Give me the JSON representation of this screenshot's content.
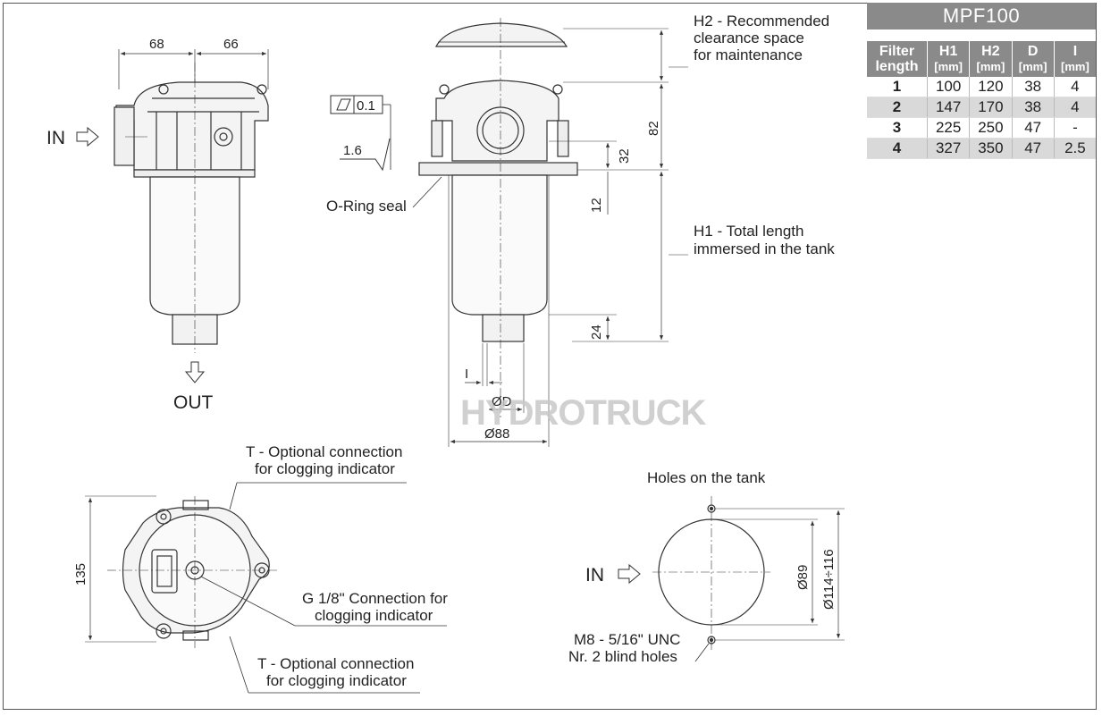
{
  "table": {
    "title": "MPF100",
    "headers": [
      {
        "top": "Filter",
        "bottom": "length"
      },
      {
        "top": "H1",
        "bottom": "[mm]"
      },
      {
        "top": "H2",
        "bottom": "[mm]"
      },
      {
        "top": "D",
        "bottom": "[mm]"
      },
      {
        "top": "I",
        "bottom": "[mm]"
      }
    ],
    "rows": [
      [
        "1",
        "100",
        "120",
        "38",
        "4"
      ],
      [
        "2",
        "147",
        "170",
        "38",
        "4"
      ],
      [
        "3",
        "225",
        "250",
        "47",
        "-"
      ],
      [
        "4",
        "327",
        "350",
        "47",
        "2.5"
      ]
    ]
  },
  "labels": {
    "in_left": "IN",
    "out": "OUT",
    "dim_68": "68",
    "dim_66": "66",
    "flatness": "0.1",
    "roughness": "1.6",
    "oring": "O-Ring seal",
    "h2_line1": "H2 - Recommended",
    "h2_line2": "clearance space",
    "h2_line3": "for maintenance",
    "dim_82": "82",
    "dim_32": "32",
    "dim_12": "12",
    "h1_line1": "H1 - Total length",
    "h1_line2": "immersed in the tank",
    "dim_24": "24",
    "dim_i": "I",
    "dim_d": "ØD",
    "dim_88": "Ø88",
    "t_top_line1": "T - Optional connection",
    "t_top_line2": "for clogging indicator",
    "dim_135": "135",
    "g18_line1": "G 1/8\" Connection for",
    "g18_line2": "clogging indicator",
    "t_bot_line1": "T - Optional connection",
    "t_bot_line2": "for clogging indicator",
    "holes_title": "Holes on the tank",
    "in_holes": "IN",
    "dim_89": "Ø89",
    "dim_114": "Ø114÷116",
    "m8_line1": "M8 - 5/16\" UNC",
    "m8_line2": "Nr. 2 blind holes"
  },
  "watermark": "HYDROTRUCK"
}
